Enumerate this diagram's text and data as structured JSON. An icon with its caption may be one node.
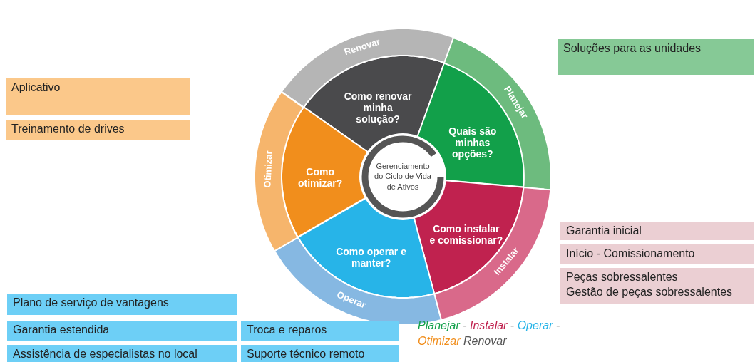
{
  "diagram": {
    "nodes": [
      {
        "text": [
          "Gerenciamento do Ciclo de Vida de Ativos"
        ]
      },
      {
        "text": [
          "Como renovar minha solução?"
        ]
      },
      {
        "text": [
          "Quais são minhas opções?"
        ]
      },
      {
        "text": [
          "Como instalar e comissionar?"
        ]
      },
      {
        "text": [
          "Como operar e manter?"
        ]
      },
      {
        "text": [
          "Como otimizar?"
        ]
      },
      {
        "text": [
          "Renovar"
        ]
      },
      {
        "text": [
          "Planejar"
        ]
      },
      {
        "text": [
          "Instalar"
        ]
      },
      {
        "text": [
          "Operar"
        ]
      },
      {
        "text": [
          "Otimizar"
        ]
      },
      {
        "text": [
          "Soluções para as unidades"
        ]
      },
      {
        "text": [
          "Aplicativo"
        ]
      },
      {
        "text": [
          "Treinamento de drives"
        ]
      },
      {
        "text": [
          "Garantia inicial"
        ]
      },
      {
        "text": [
          "Início - Comissionamento"
        ]
      },
      {
        "text": [
          "Peças sobressalentes",
          "Gestão de peças sobressalentes"
        ]
      },
      {
        "text": [
          "Plano de serviço de vantagens"
        ]
      },
      {
        "text": [
          "Garantia estendida"
        ]
      },
      {
        "text": [
          "Troca e reparos"
        ]
      },
      {
        "text": [
          "Assistência de especialistas no local"
        ]
      },
      {
        "text": [
          "Suporte técnico remoto"
        ]
      }
    ],
    "labels": [
      "Planejar - Instalar - Operar - Otimizar Renovar"
    ]
  }
}
